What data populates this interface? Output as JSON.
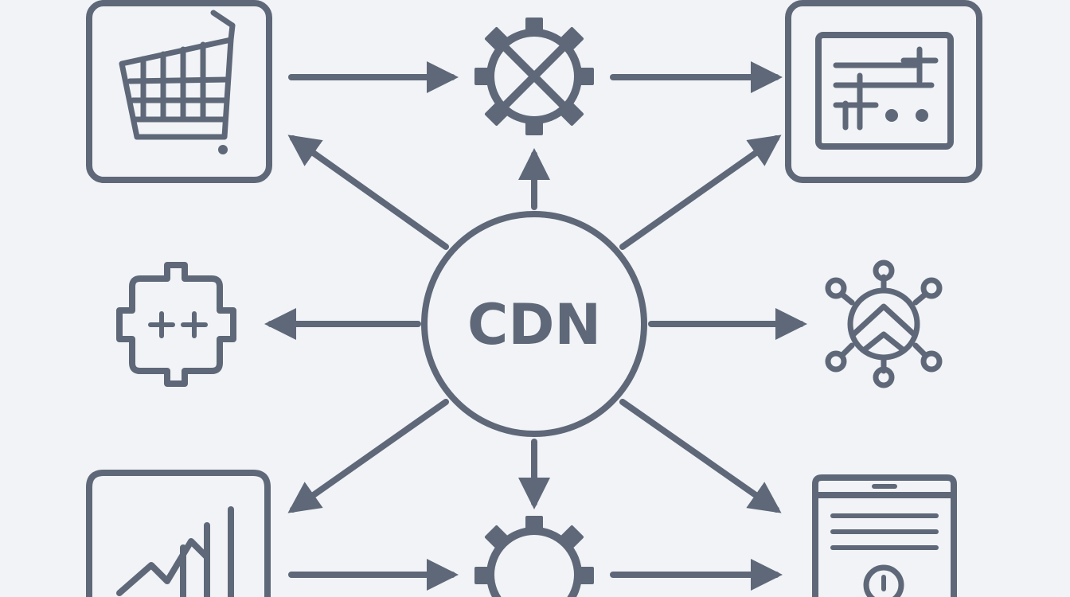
{
  "diagram": {
    "hub_label": "CDN",
    "colors": {
      "background": "#f1f3f6",
      "stroke": "#5e6878"
    },
    "nodes": [
      {
        "id": "shopping-cart",
        "icon": "shopping-cart-icon"
      },
      {
        "id": "gear-cross",
        "icon": "gear-x-icon"
      },
      {
        "id": "dashboard-panel",
        "icon": "sliders-panel-icon"
      },
      {
        "id": "plus-block",
        "icon": "plus-puzzle-icon"
      },
      {
        "id": "network",
        "icon": "network-hub-icon"
      },
      {
        "id": "bar-chart",
        "icon": "growth-chart-icon"
      },
      {
        "id": "gear",
        "icon": "gear-icon"
      },
      {
        "id": "mobile",
        "icon": "mobile-device-icon"
      }
    ]
  }
}
